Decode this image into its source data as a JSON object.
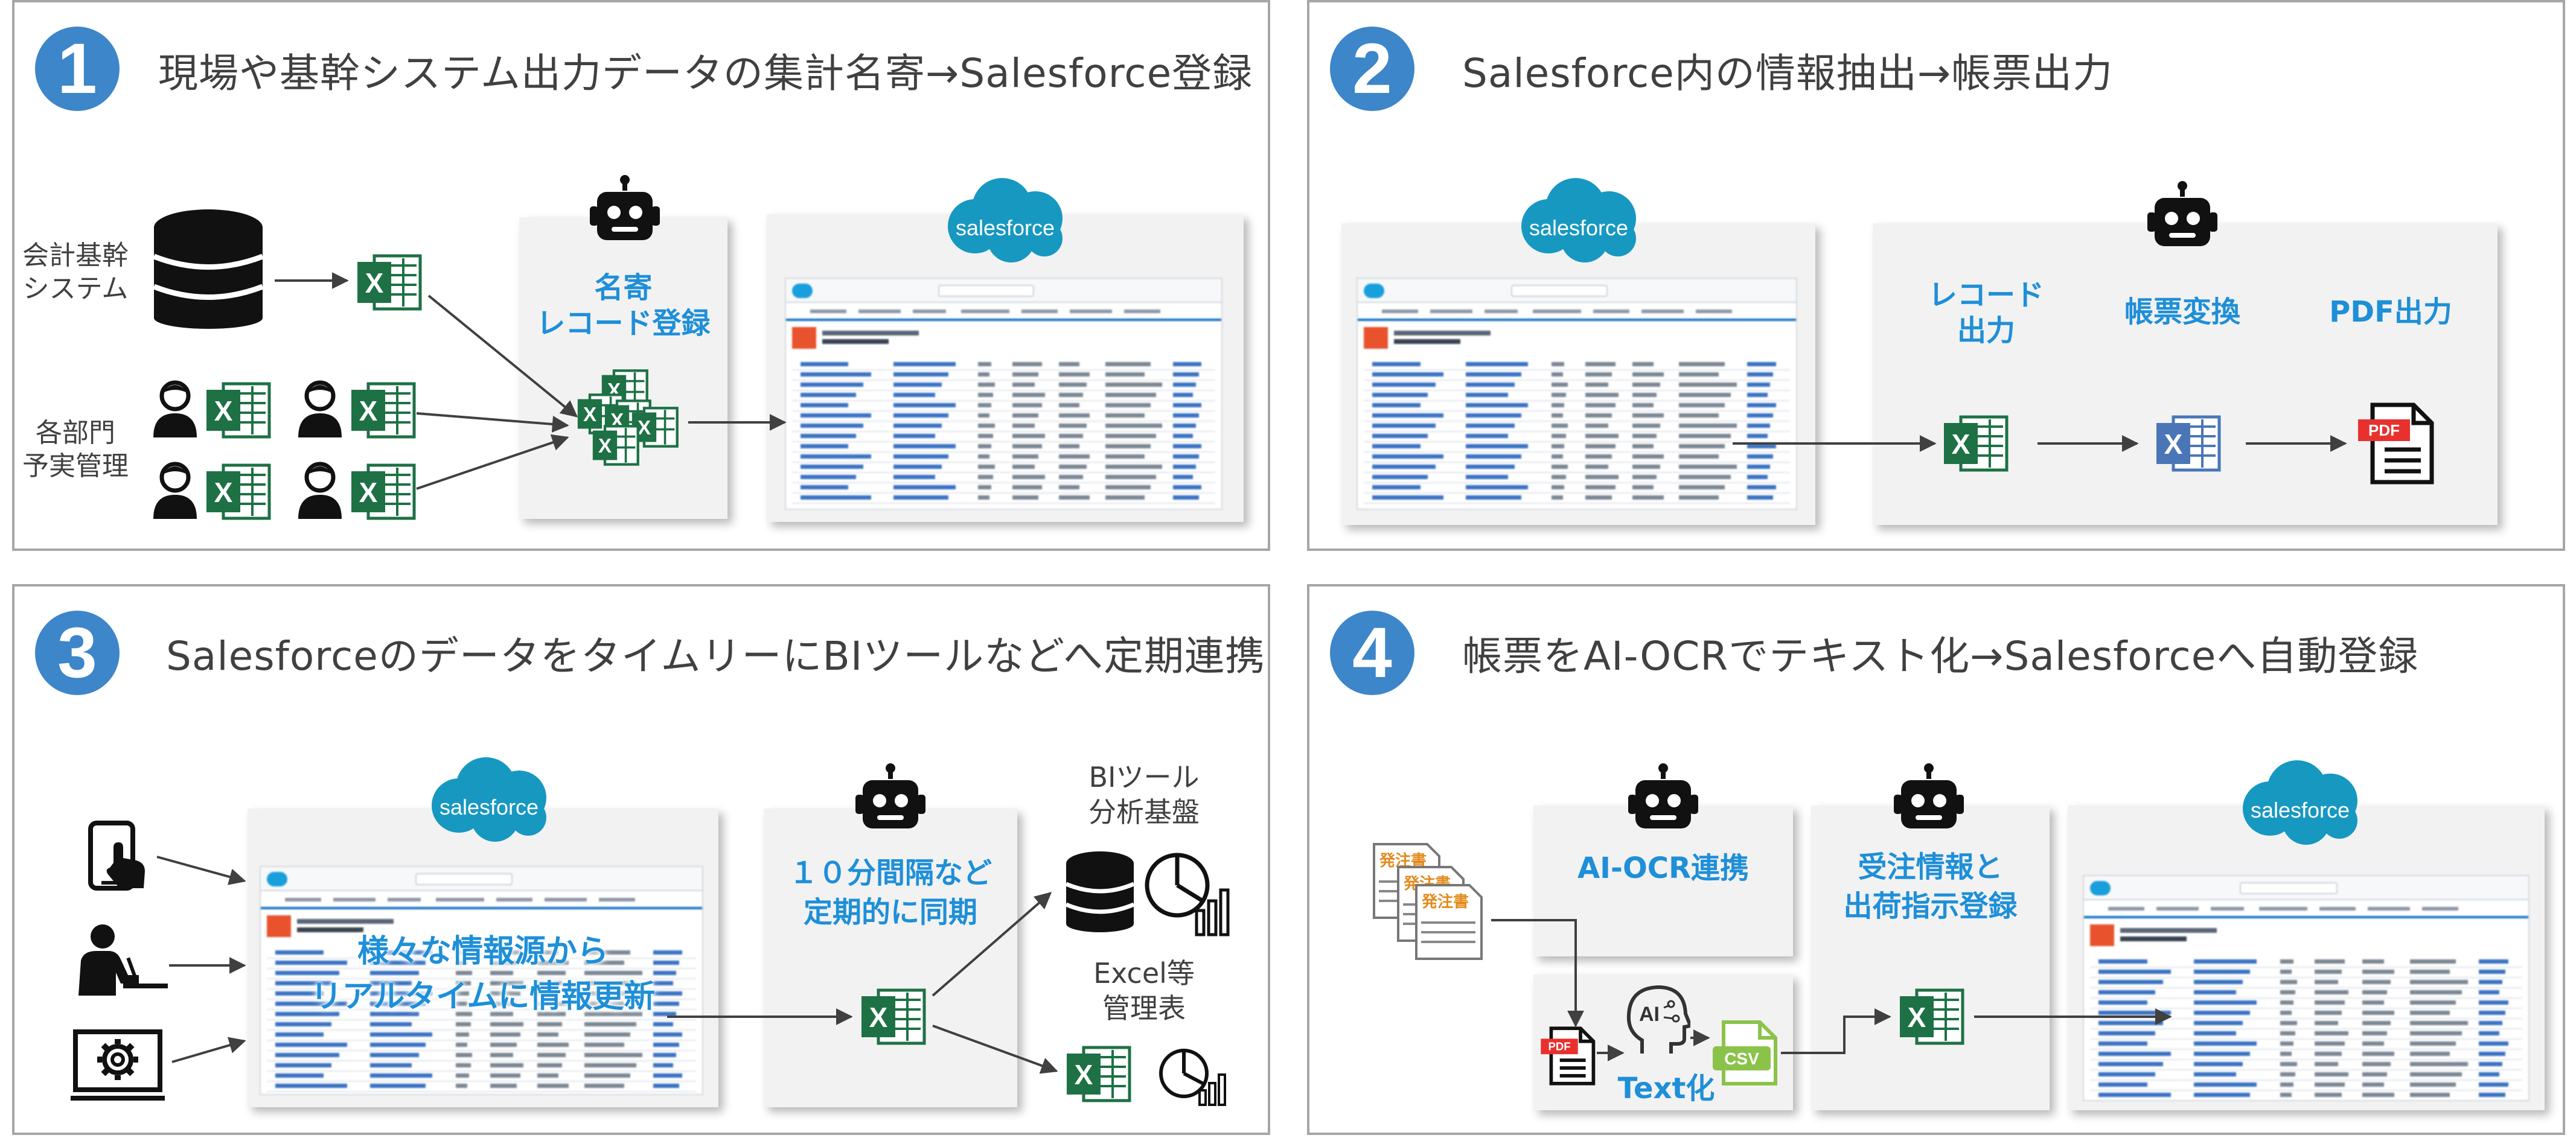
{
  "panels": [
    {
      "number": "1",
      "title": "現場や基幹システム出力データの集計名寄→Salesforce登録"
    },
    {
      "number": "2",
      "title": "Salesforce内の情報抽出→帳票出力"
    },
    {
      "number": "3",
      "title": "SalesforceのデータをタイムリーにBIツールなどへ定期連携"
    },
    {
      "number": "4",
      "title": "帳票をAI-OCRでテキスト化→Salesforceへ自動登録"
    }
  ],
  "p1": {
    "source1_label": "会計基幹\nシステム",
    "source2_label": "各部門\n予実管理",
    "robot_label": "名寄\nレコード登録",
    "salesforce_logo": "salesforce"
  },
  "p2": {
    "salesforce_logo": "salesforce",
    "step1_label": "レコード\n出力",
    "step2_label": "帳票変換",
    "step3_label": "PDF出力",
    "pdf_badge": "PDF"
  },
  "p3": {
    "salesforce_logo": "salesforce",
    "overlay_label": "様々な情報源から\nリアルタイムに情報更新",
    "robot_label": "１０分間隔など\n定期的に同期",
    "bi_label": "BIツール\n分析基盤",
    "excel_label": "Excel等\n管理表"
  },
  "p4": {
    "step1_label": "AI-OCR連携",
    "step2_label": "受注情報と\n出荷指示登録",
    "salesforce_logo": "salesforce",
    "doc_text": "発注書",
    "pdf_badge": "PDF",
    "ai_text": "AI",
    "csv_text": "CSV",
    "textize_label": "Text化"
  },
  "icons": {
    "excel_letter": "X"
  },
  "colors": {
    "accent_blue": "#3d86c9",
    "label_blue": "#1e8fd8",
    "excel_green": "#1e7145",
    "excel_blue": "#4a76b8",
    "salesforce_cloud": "#1798c1",
    "pdf_red": "#e8312f"
  }
}
